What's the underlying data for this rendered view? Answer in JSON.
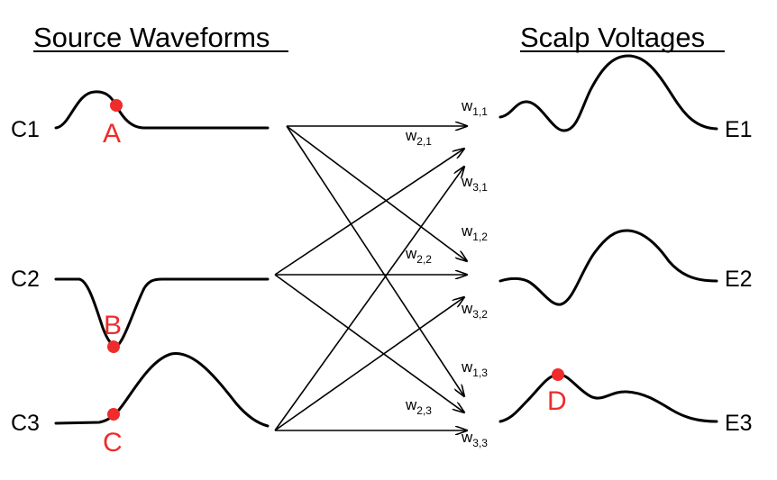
{
  "titles": {
    "left": "Source Waveforms",
    "right": "Scalp Voltages"
  },
  "sources": [
    "C1",
    "C2",
    "C3"
  ],
  "electrodes": [
    "E1",
    "E2",
    "E3"
  ],
  "points": [
    "A",
    "B",
    "C",
    "D"
  ],
  "weights": [
    {
      "base": "w",
      "sub": "1,1"
    },
    {
      "base": "w",
      "sub": "2,1"
    },
    {
      "base": "w",
      "sub": "3,1"
    },
    {
      "base": "w",
      "sub": "1,2"
    },
    {
      "base": "w",
      "sub": "2,2"
    },
    {
      "base": "w",
      "sub": "3,2"
    },
    {
      "base": "w",
      "sub": "1,3"
    },
    {
      "base": "w",
      "sub": "2,3"
    },
    {
      "base": "w",
      "sub": "3,3"
    }
  ],
  "colors": {
    "line": "#000000",
    "highlight": "#ef2b2b"
  }
}
